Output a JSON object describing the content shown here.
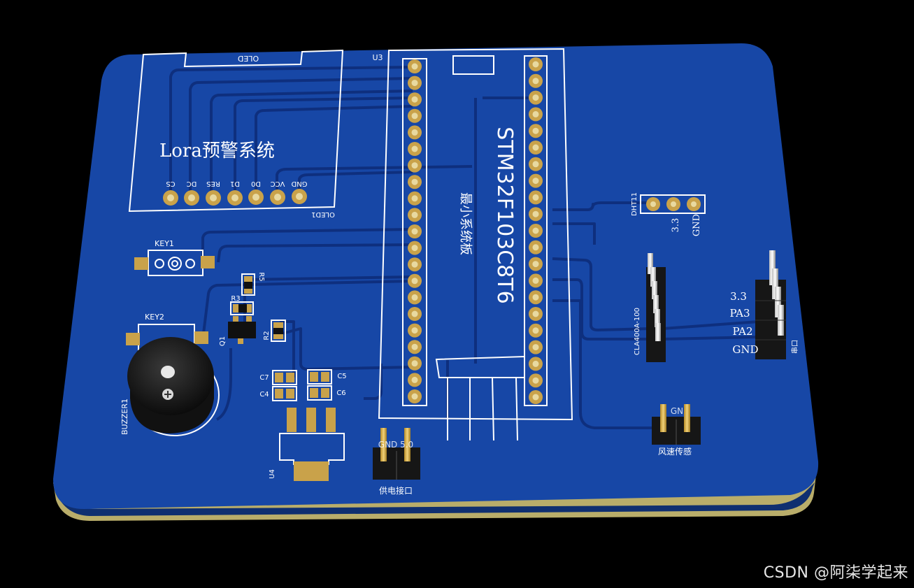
{
  "board": {
    "title": "Lora预警系统",
    "mcu_label": "STM32F103C8T6",
    "mcu_subtitle": "最小系统板",
    "mcu_ref": "U3",
    "oled_top": "OLED",
    "oled_ref": "OLED1",
    "oled_pins": [
      "CS",
      "DC",
      "RES",
      "D1",
      "D0",
      "VCC",
      "GND"
    ],
    "key1": "KEY1",
    "key2": "KEY2",
    "buzzer": "BUZZER1",
    "q1": "Q1",
    "r2": "R2",
    "r3": "R3",
    "r5": "R5",
    "c4": "C4",
    "c5": "C5",
    "c6": "C6",
    "c7": "C7",
    "u4": "U4",
    "power_label": "供电接口",
    "power_pins": "GND 5.0",
    "dht_ref": "DHT11",
    "dht_pin_a": "3.3",
    "dht_pin_b": "GND",
    "lora_ref": "CLA400A-100",
    "uart_pins": [
      "3.3",
      "PA3",
      "PA2",
      "GND"
    ],
    "uart_label": "串口",
    "wind_label": "风速传感",
    "wind_pins": "GN"
  },
  "watermark": "CSDN @阿柒学起来",
  "colors": {
    "background": "#000000",
    "board": "#1747a6",
    "trace": "#0e2f7e",
    "silkscreen": "#ffffff",
    "pad": "#c9a24a",
    "edge": "#b9ad6a"
  }
}
